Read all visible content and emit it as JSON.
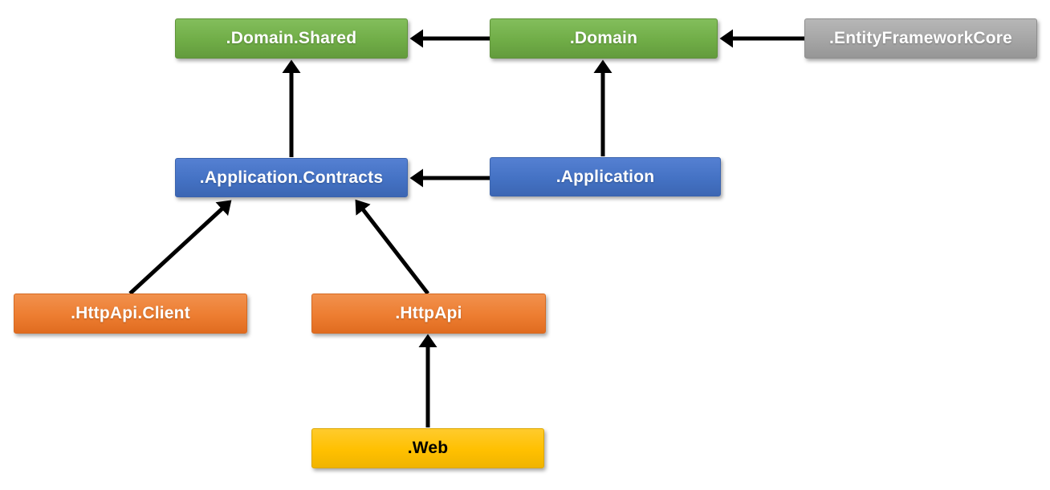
{
  "diagram": {
    "type": "dependency-graph",
    "background_color": "#ffffff",
    "arrow_color": "#000000",
    "nodes": [
      {
        "id": "domain-shared",
        "label": ".Domain.Shared",
        "color": "#70ad47",
        "text_color": "#ffffff"
      },
      {
        "id": "domain",
        "label": ".Domain",
        "color": "#70ad47",
        "text_color": "#ffffff"
      },
      {
        "id": "entity-framework-core",
        "label": ".EntityFrameworkCore",
        "color": "#a5a5a5",
        "text_color": "#ffffff"
      },
      {
        "id": "application-contracts",
        "label": ".Application.Contracts",
        "color": "#4472c4",
        "text_color": "#ffffff"
      },
      {
        "id": "application",
        "label": ".Application",
        "color": "#4472c4",
        "text_color": "#ffffff"
      },
      {
        "id": "httpapi-client",
        "label": ".HttpApi.Client",
        "color": "#ed7d31",
        "text_color": "#ffffff"
      },
      {
        "id": "httpapi",
        "label": ".HttpApi",
        "color": "#ed7d31",
        "text_color": "#ffffff"
      },
      {
        "id": "web",
        "label": ".Web",
        "color": "#ffc000",
        "text_color": "#000000"
      }
    ],
    "edges": [
      {
        "from": "domain",
        "to": "domain-shared"
      },
      {
        "from": "entity-framework-core",
        "to": "domain"
      },
      {
        "from": "application",
        "to": "application-contracts"
      },
      {
        "from": "application-contracts",
        "to": "domain-shared"
      },
      {
        "from": "application",
        "to": "domain"
      },
      {
        "from": "httpapi-client",
        "to": "application-contracts"
      },
      {
        "from": "httpapi",
        "to": "application-contracts"
      },
      {
        "from": "web",
        "to": "httpapi"
      }
    ]
  }
}
